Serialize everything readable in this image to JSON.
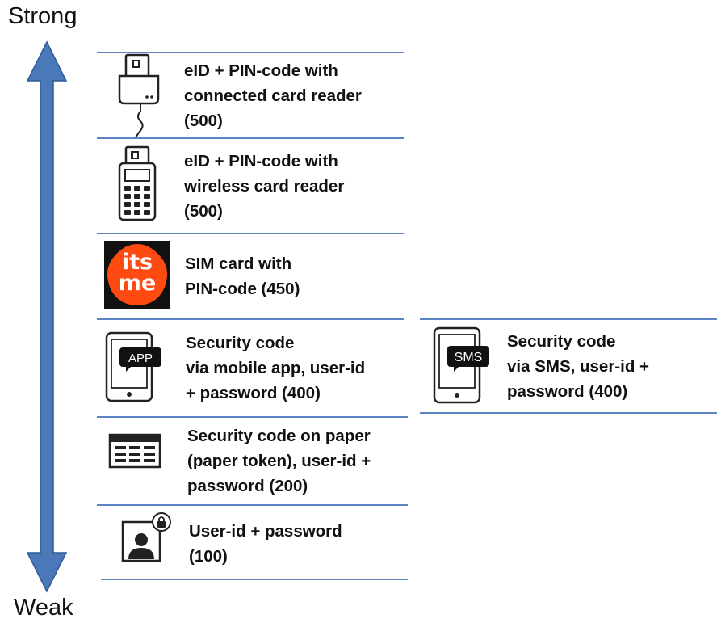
{
  "scale": {
    "top_label": "Strong",
    "bottom_label": "Weak",
    "arrow_color": "#4a78b8"
  },
  "methods": [
    {
      "lines": [
        "eID + PIN-code with",
        "connected card reader",
        "(500)"
      ],
      "icon": "connected-card-reader-icon"
    },
    {
      "lines": [
        "eID + PIN-code with",
        "wireless card reader",
        "(500)"
      ],
      "icon": "wireless-card-reader-icon"
    },
    {
      "lines": [
        "SIM card with",
        "PIN-code (450)"
      ],
      "icon": "itsme-logo-icon",
      "logo_text": [
        "its",
        "me"
      ],
      "logo_color": "#ff4a12"
    },
    {
      "lines": [
        "Security code",
        "via mobile app, user-id",
        "+ password (400)"
      ],
      "icon": "mobile-app-phone-icon",
      "badge": "APP"
    },
    {
      "lines": [
        "Security code on paper",
        "(paper token), user-id +",
        "password (200)"
      ],
      "icon": "paper-token-icon"
    },
    {
      "lines": [
        "User-id + password",
        "(100)"
      ],
      "icon": "user-password-icon"
    }
  ],
  "alternative": {
    "lines": [
      "Security code",
      "via SMS, user-id +",
      "password (400)"
    ],
    "icon": "sms-phone-icon",
    "badge": "SMS"
  },
  "line_color": "#5b86c4"
}
